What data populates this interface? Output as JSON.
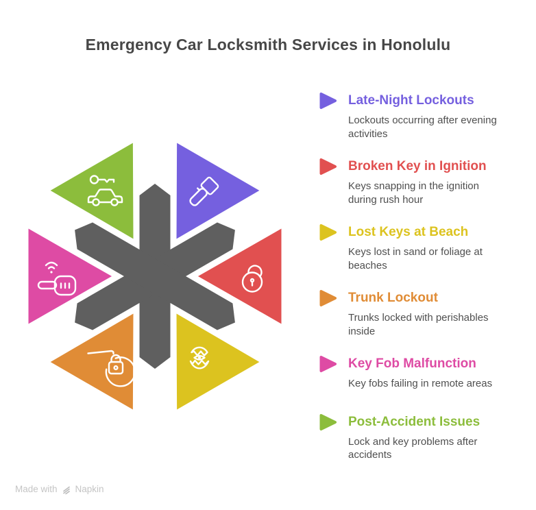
{
  "title": "Emergency Car Locksmith Services in Honolulu",
  "theme": {
    "background": "#FFFFFF",
    "title_color": "#474747",
    "description_color": "#4F4F4F",
    "footer_color": "#C5C5C5"
  },
  "diagram": {
    "asterisk_color": "#5F5F5F",
    "center_shape": "asterisk-hexagon",
    "triangle_icons": [
      "flashlight-icon",
      "unlocked-padlock-icon",
      "cracked-egg-icon",
      "trunk-lock-icon",
      "key-fob-icon",
      "car-key-icon"
    ]
  },
  "legend": {
    "items": [
      {
        "title": "Late-Night Lockouts",
        "description": "Lockouts occurring after evening\nactivities",
        "color": "#7560DF",
        "icon": "flashlight-icon"
      },
      {
        "title": "Broken Key in Ignition",
        "description": "Keys snapping in the ignition\nduring rush hour",
        "color": "#E15050",
        "icon": "unlocked-padlock-icon"
      },
      {
        "title": "Lost Keys at Beach",
        "description": "Keys lost in sand or foliage at\nbeaches",
        "color": "#DCC31F",
        "icon": "cracked-egg-icon"
      },
      {
        "title": "Trunk Lockout",
        "description": "Trunks locked with perishables\ninside",
        "color": "#E08C36",
        "icon": "trunk-lock-icon"
      },
      {
        "title": "Key Fob Malfunction",
        "description": "Key fobs failing in remote areas",
        "color": "#DE4BA4",
        "icon": "key-fob-icon"
      },
      {
        "title": "Post-Accident Issues",
        "description": "Lock and key problems after\naccidents",
        "color": "#8CBD3C",
        "icon": "car-key-icon"
      }
    ]
  },
  "footer": {
    "made_with": "Made with",
    "brand": "Napkin"
  }
}
